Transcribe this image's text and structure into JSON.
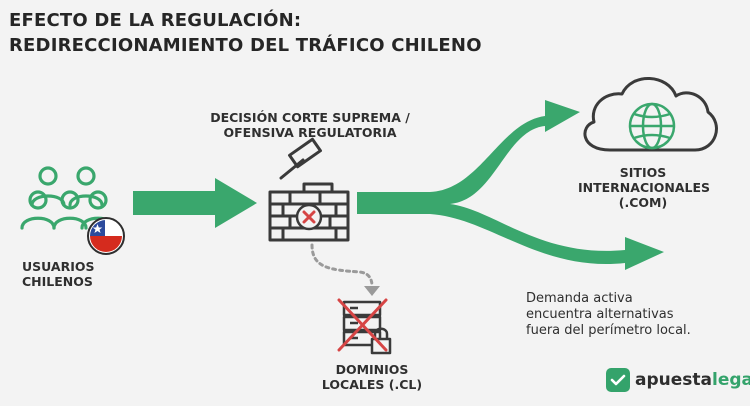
{
  "title": {
    "line1": "EFECTO DE LA REGULACIÓN:",
    "line2": "REDIRECCIONAMIENTO DEL TRÁFICO CHILENO"
  },
  "nodes": {
    "users": {
      "line1": "USUARIOS",
      "line2": "CHILENOS"
    },
    "decision": {
      "line1": "DECISIÓN CORTE SUPREMA /",
      "line2": "OFENSIVA REGULATORIA"
    },
    "international": {
      "line1": "SITIOS",
      "line2": "INTERNACIONALES",
      "line3": "(.COM)"
    },
    "local": {
      "line1": "DOMINIOS",
      "line2": "LOCALES (.CL)"
    }
  },
  "description": {
    "line1": "Demanda activa",
    "line2": "encuentra alternativas",
    "line3": "fuera del perímetro local."
  },
  "logo": {
    "part1": "apuesta",
    "part2": "legal"
  },
  "colors": {
    "arrow_green": "#3aa76d",
    "dark": "#3a3a3a",
    "red": "#d64545",
    "background": "#f3f3f3"
  }
}
